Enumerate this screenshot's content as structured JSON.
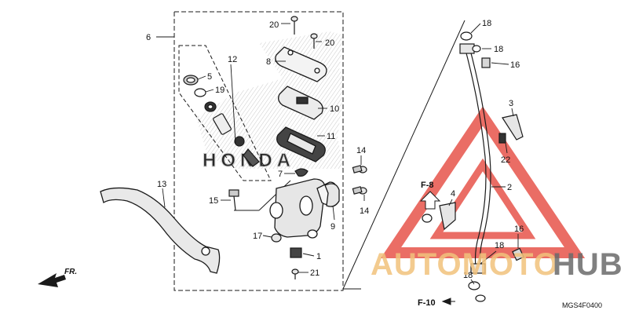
{
  "diagram": {
    "diagram_code": "MGS4F0400",
    "direction_label": "FR.",
    "frame_refs": {
      "upper": "F-8",
      "lower": "F-10"
    },
    "watermark": {
      "part_a": "AUTOMOTO",
      "part_b": "HUB"
    },
    "colors": {
      "line": "#1a1a1a",
      "hatch": "#b8b8b8",
      "watermark_red": "#e6493f",
      "watermark_gold": "#f2c27c",
      "watermark_gray": "#6b6b6b"
    },
    "callouts": [
      {
        "num": "1"
      },
      {
        "num": "2"
      },
      {
        "num": "3"
      },
      {
        "num": "4"
      },
      {
        "num": "5"
      },
      {
        "num": "6"
      },
      {
        "num": "7"
      },
      {
        "num": "8"
      },
      {
        "num": "9"
      },
      {
        "num": "10"
      },
      {
        "num": "11"
      },
      {
        "num": "12"
      },
      {
        "num": "13"
      },
      {
        "num": "14"
      },
      {
        "num": "15"
      },
      {
        "num": "16"
      },
      {
        "num": "17"
      },
      {
        "num": "18"
      },
      {
        "num": "19"
      },
      {
        "num": "20"
      },
      {
        "num": "21"
      },
      {
        "num": "22"
      }
    ]
  }
}
